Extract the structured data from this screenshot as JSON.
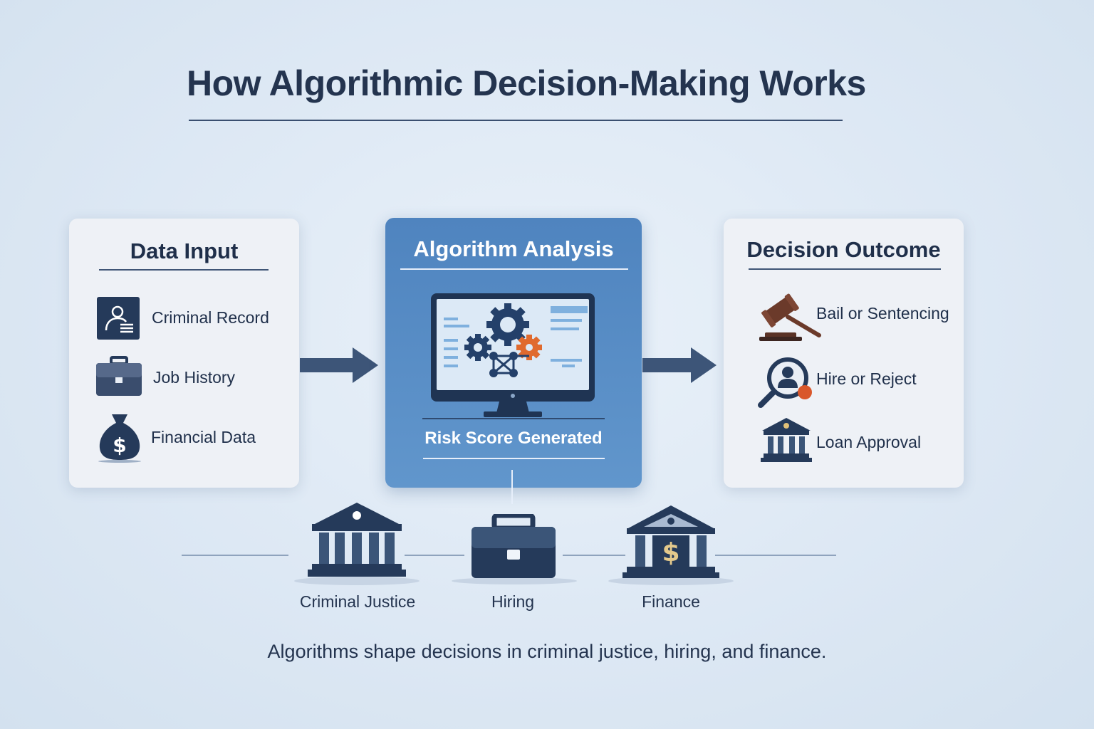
{
  "title": "How Algorithmic Decision-Making Works",
  "data_input": {
    "heading": "Data Input",
    "items": [
      {
        "label": "Criminal Record",
        "icon": "criminal-record-icon"
      },
      {
        "label": "Job History",
        "icon": "briefcase-icon"
      },
      {
        "label": "Financial Data",
        "icon": "money-bag-icon"
      }
    ]
  },
  "algorithm": {
    "heading": "Algorithm Analysis",
    "result": "Risk Score Generated",
    "icon": "computer-gears-icon"
  },
  "decision_outcome": {
    "heading": "Decision Outcome",
    "items": [
      {
        "label": "Bail or Sentencing",
        "icon": "gavel-icon"
      },
      {
        "label": "Hire or Reject",
        "icon": "magnifier-person-icon"
      },
      {
        "label": "Loan Approval",
        "icon": "bank-icon"
      }
    ]
  },
  "sectors": [
    {
      "label": "Criminal Justice",
      "icon": "courthouse-icon"
    },
    {
      "label": "Hiring",
      "icon": "briefcase-icon"
    },
    {
      "label": "Finance",
      "icon": "bank-dollar-icon"
    }
  ],
  "caption": "Algorithms shape decisions in criminal justice, hiring, and finance.",
  "colors": {
    "navy": "#253a5a",
    "accent_blue": "#5a8fc8",
    "orange": "#e06a2e",
    "background": "#dfe9f4"
  }
}
